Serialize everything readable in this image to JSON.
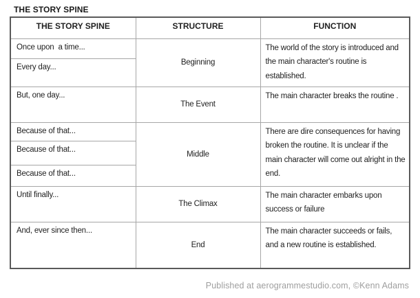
{
  "page": {
    "title": "THE STORY SPINE",
    "footer_credit": "Published at aerogrammestudio.com, ©Kenn Adams"
  },
  "table": {
    "headers": [
      "THE STORY SPINE",
      "STRUCTURE",
      "FUNCTION"
    ],
    "groups": [
      {
        "structure": "Beginning",
        "function": "The world of the story is introduced and the main character's routine is established.",
        "spines": [
          "Once upon  a time...",
          "Every day..."
        ]
      },
      {
        "structure": "The Event",
        "function": "The main character breaks the routine .",
        "spines": [
          "But, one day..."
        ]
      },
      {
        "structure": "Middle",
        "function": "There are dire consequences for having broken the routine. It is unclear if the main character will come out alright in the end.",
        "spines": [
          "Because of that...",
          "Because of that...",
          "Because of that..."
        ]
      },
      {
        "structure": "The Climax",
        "function": "The main character embarks upon success or failure",
        "spines": [
          "Until finally..."
        ]
      },
      {
        "structure": "End",
        "function": "The main character succeeds or fails, and a new routine is established.",
        "spines": [
          "And, ever since then..."
        ]
      }
    ]
  },
  "colors": {
    "outer_border": "#595959",
    "inner_border": "#a6a6a6",
    "text": "#212121",
    "footer_text": "#9e9e9e"
  }
}
